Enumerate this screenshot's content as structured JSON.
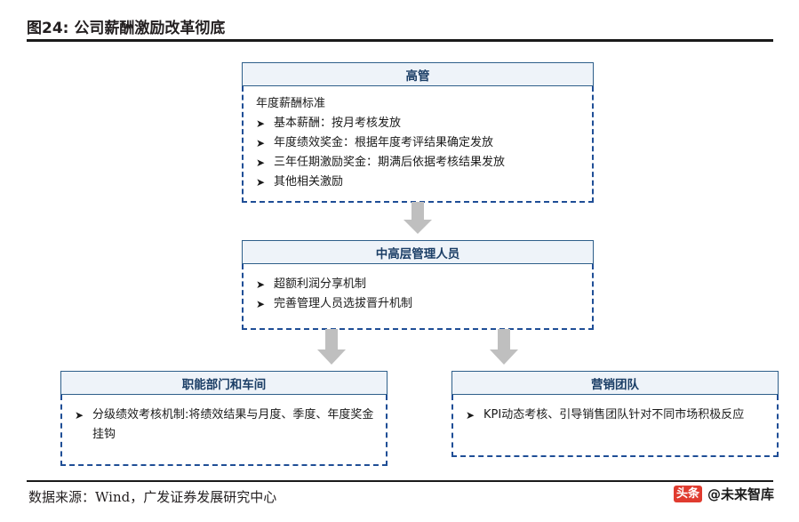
{
  "header": {
    "figure_label": "图24:",
    "figure_title": "公司薪酬激励改革彻底",
    "full_title": "图24: 公司薪酬激励改革彻底"
  },
  "footer": {
    "source_text": "数据来源：Wind，广发证券发展研究中心",
    "watermark_badge": "头条",
    "watermark_text": "@未来智库"
  },
  "colors": {
    "header_border": "#2e5f8a",
    "header_fill": "#eef3f9",
    "header_text": "#1b3e66",
    "body_border": "#1f4e96",
    "arrow_fill": "#bfbfbf",
    "rule": "#1a1a1a",
    "watermark_badge": "#e03b2f"
  },
  "diagram": {
    "type": "flow-hierarchy",
    "nodes": [
      {
        "id": "executives",
        "title": "高管",
        "lines": [
          {
            "bullet": false,
            "text": "年度薪酬标准"
          },
          {
            "bullet": true,
            "mark": "➤",
            "text": "基本薪酬：按月考核发放"
          },
          {
            "bullet": true,
            "mark": "➤",
            "text": "年度绩效奖金：根据年度考评结果确定发放"
          },
          {
            "bullet": true,
            "mark": "➤",
            "text": "三年任期激励奖金：期满后依据考核结果发放"
          },
          {
            "bullet": true,
            "mark": "➤",
            "text": "其他相关激励"
          }
        ]
      },
      {
        "id": "middle-senior-management",
        "title": "中高层管理人员",
        "lines": [
          {
            "bullet": true,
            "mark": "➤",
            "text": "超额利润分享机制"
          },
          {
            "bullet": true,
            "mark": "➤",
            "text": "完善管理人员选拔晋升机制"
          }
        ]
      },
      {
        "id": "functional-departments-workshops",
        "title": "职能部门和车间",
        "lines": [
          {
            "bullet": true,
            "mark": "➤",
            "text": "分级绩效考核机制:将绩效结果与月度、季度、年度奖金挂钩"
          }
        ]
      },
      {
        "id": "marketing-team",
        "title": "营销团队",
        "lines": [
          {
            "bullet": true,
            "mark": "➤",
            "text": "KPI动态考核、引导销售团队针对不同市场积极反应"
          }
        ]
      }
    ],
    "edges": [
      {
        "from": "executives",
        "to": "middle-senior-management"
      },
      {
        "from": "middle-senior-management",
        "to": "functional-departments-workshops"
      },
      {
        "from": "middle-senior-management",
        "to": "marketing-team"
      }
    ]
  }
}
